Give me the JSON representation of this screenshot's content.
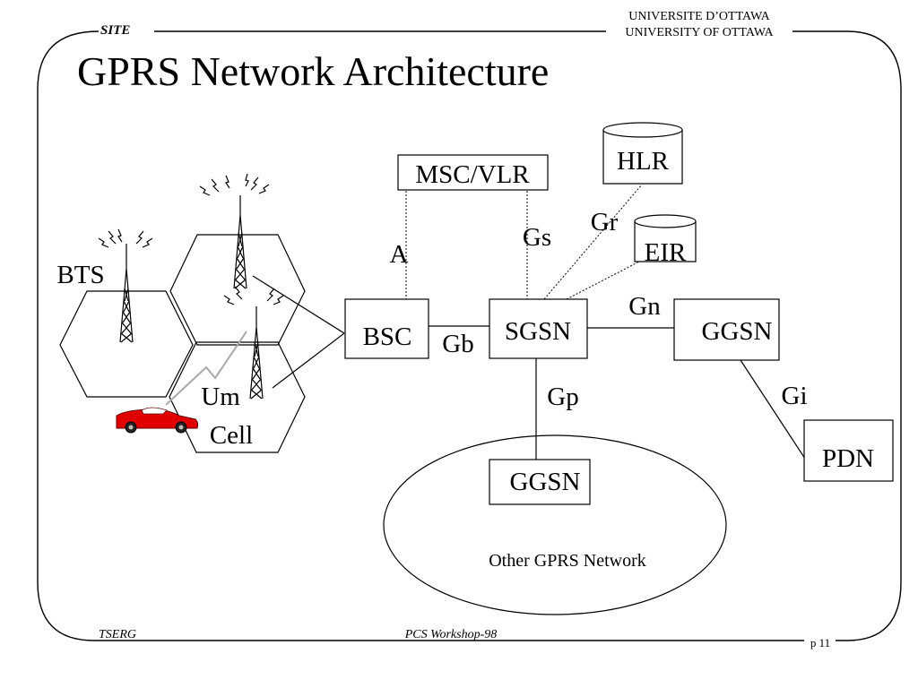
{
  "header": {
    "site": "SITE",
    "uni_fr": "UNIVERSITE D’OTTAWA",
    "uni_en": "UNIVERSITY OF OTTAWA"
  },
  "title": "GPRS Network Architecture",
  "nodes": {
    "msc": "MSC/VLR",
    "hlr": "HLR",
    "eir": "EIR",
    "bsc": "BSC",
    "sgsn": "SGSN",
    "ggsn": "GGSN",
    "ggsn_other": "GGSN",
    "pdn": "PDN"
  },
  "interfaces": {
    "a": "A",
    "gs": "Gs",
    "gr": "Gr",
    "gb": "Gb",
    "gn": "Gn",
    "gp": "Gp",
    "gi": "Gi",
    "um": "Um"
  },
  "labels": {
    "bts": "BTS",
    "cell": "Cell",
    "other_network": "Other GPRS Network"
  },
  "footer": {
    "left": "TSERG",
    "center": "PCS Workshop-98",
    "page": "p 11"
  },
  "colors": {
    "car": "#e00000",
    "um_link": "#a8a8a8"
  }
}
